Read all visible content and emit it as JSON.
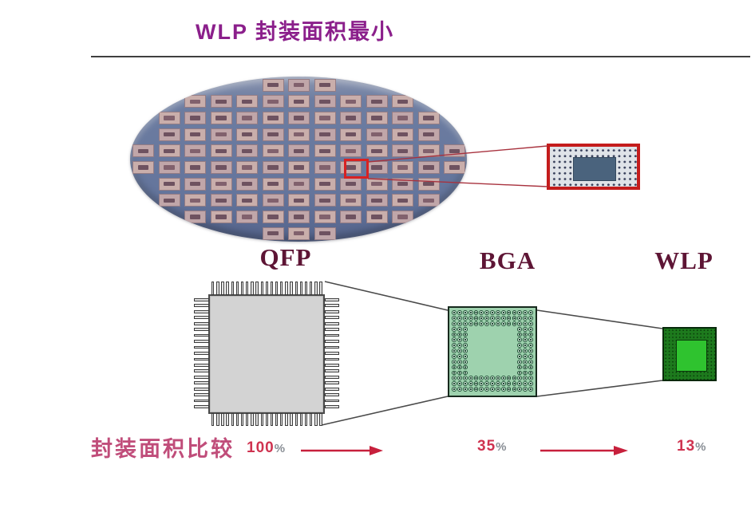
{
  "title": "WLP 封装面积最小",
  "wafer": {
    "name": "silicon-wafer-photo",
    "highlight": "red-selection-box-on-die"
  },
  "packages": [
    {
      "name": "QFP",
      "area_percent": "100"
    },
    {
      "name": "BGA",
      "area_percent": "35"
    },
    {
      "name": "WLP",
      "area_percent": "13"
    }
  ],
  "comparison": {
    "label": "封装面积比较",
    "percent_sign": "%"
  },
  "colors": {
    "title": "#8b1f8b",
    "package_label": "#5e1535",
    "comparison_label": "#c04d7a",
    "percent_value": "#cf3350",
    "percent_sign": "#8a8f96",
    "arrow": "#c7203c",
    "highlight_box": "#d82222",
    "wafer_body": "#64759c",
    "die_fill": "#c9aeab",
    "qfp_body": "#d3d3d3",
    "bga_body": "#9ed2ae",
    "wlp_frame": "#1d7a1d",
    "wlp_center": "#2fc32f"
  }
}
